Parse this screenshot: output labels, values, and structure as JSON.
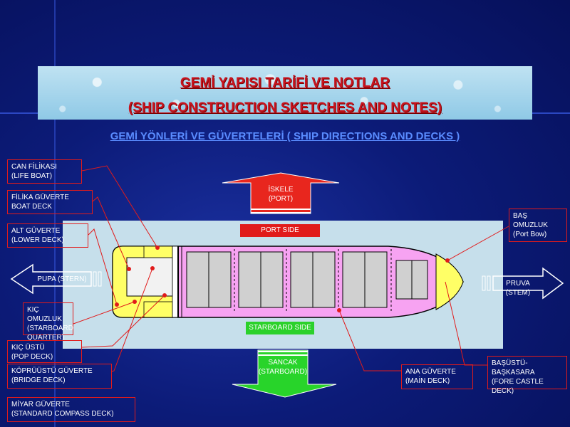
{
  "title_tr": "GEMİ YAPISI TARİFİ VE NOTLAR",
  "title_en": "(SHIP CONSTRUCTION SKETCHES AND NOTES)",
  "subtitle": "GEMİ YÖNLERİ VE GÜVERTELERİ ( SHIP DIRECTIONS AND DECKS )",
  "port": {
    "tr": "İSKELE",
    "en": "(PORT)"
  },
  "starboard": {
    "tr": "SANCAK",
    "en": "(STARBOARD)"
  },
  "port_side": "PORT SIDE",
  "starboard_side": "STARBOARD SIDE",
  "stern": "PUPA (STERN)",
  "stem": "PRUVA (STEM)",
  "labels": {
    "lifeboat": {
      "tr": "CAN FİLİKASI",
      "en": "(LIFE BOAT)"
    },
    "boatdeck": {
      "tr": "FİLİKA GÜVERTE",
      "en": "BOAT DECK"
    },
    "lowerdeck": {
      "tr": "ALT GÜVERTE",
      "en": "(LOWER DECK)"
    },
    "starboardquarter": {
      "tr": "KIÇ OMUZLUK",
      "en1": "(STARBOARD",
      "en2": "QUARTER)"
    },
    "poopdeck": {
      "tr": "KIÇ ÜSTÜ",
      "en": "(POP DECK)"
    },
    "bridgedeck": {
      "tr": "KÖPRÜÜSTÜ GÜVERTE",
      "en": "(BRIDGE DECK)"
    },
    "compassdeck": {
      "tr": "MİYAR GÜVERTE",
      "en": "(STANDARD COMPASS DECK)"
    },
    "portbow": {
      "tr1": "BAŞ",
      "tr2": "OMUZLUK",
      "en": "(Port Bow)"
    },
    "maindeck": {
      "tr": "ANA GÜVERTE",
      "en": "(MAİN DECK)"
    },
    "forecastle": {
      "tr1": "BAŞÜSTÜ-",
      "tr2": "BAŞKASARA",
      "en": "(FORE CASTLE DECK)"
    }
  },
  "colors": {
    "red": "#e11b1b",
    "green": "#2bd12b",
    "hull_pink": "#f7a3f2",
    "house_yellow": "#ffff66",
    "sea": "#c6dfeb"
  }
}
